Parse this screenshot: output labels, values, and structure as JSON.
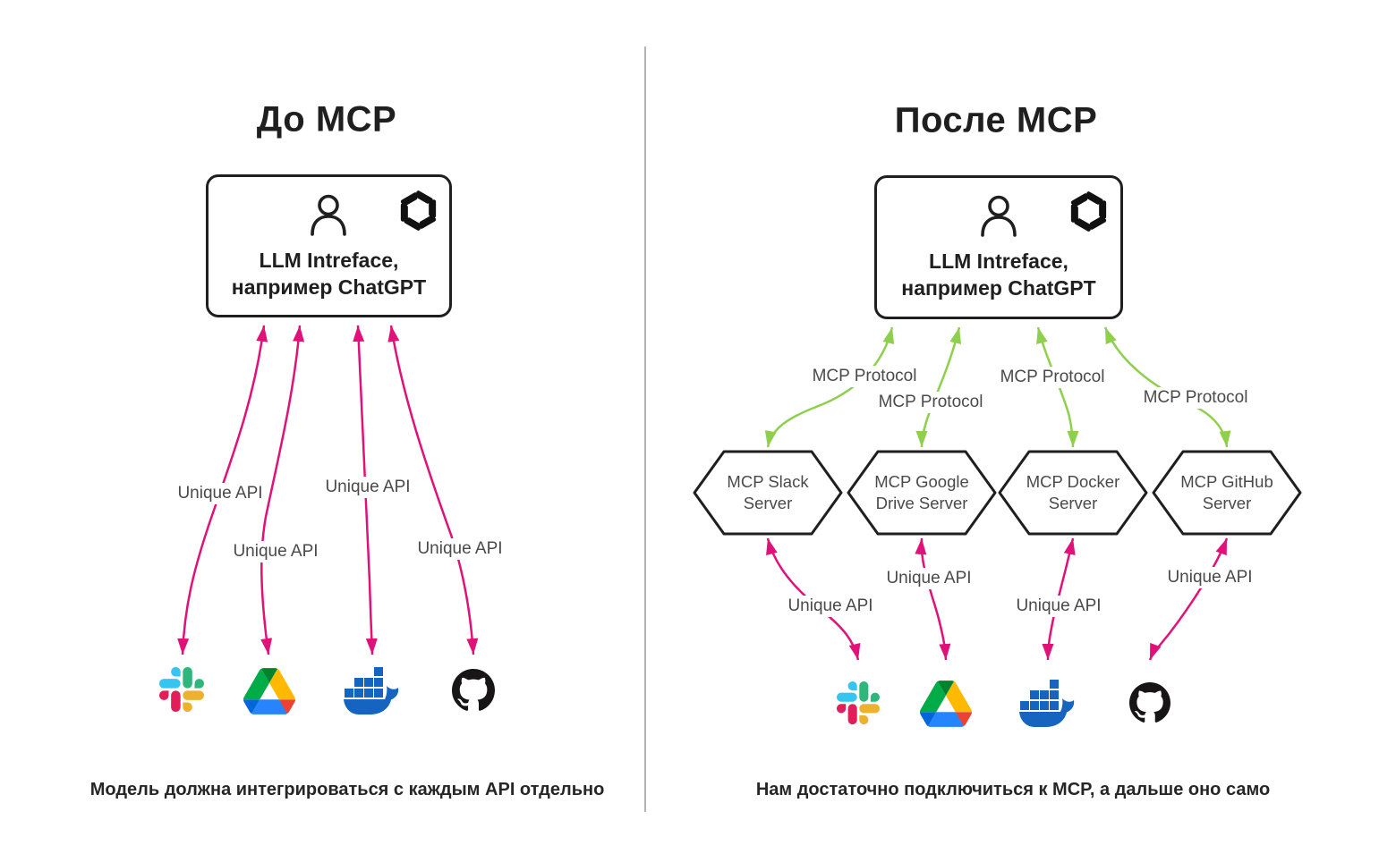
{
  "left": {
    "title": "До MCP",
    "box": {
      "line1": "LLM Intreface,",
      "line2": "например ChatGPT"
    },
    "api_labels": [
      "Unique API",
      "Unique API",
      "Unique API",
      "Unique API"
    ],
    "caption": "Модель должна интегрироваться с каждым API отдельно",
    "service_icons": [
      "slack-icon",
      "google-drive-icon",
      "docker-icon",
      "github-icon"
    ]
  },
  "right": {
    "title": "После MCP",
    "box": {
      "line1": "LLM Intreface,",
      "line2": "например ChatGPT"
    },
    "protocol_labels": [
      "MCP Protocol",
      "MCP Protocol",
      "MCP Protocol",
      "MCP Protocol"
    ],
    "api_labels": [
      "Unique API",
      "Unique API",
      "Unique API",
      "Unique API"
    ],
    "hexagons": [
      {
        "line1": "MCP Slack",
        "line2": "Server"
      },
      {
        "line1": "MCP Google",
        "line2": "Drive Server"
      },
      {
        "line1": "MCP Docker",
        "line2": "Server"
      },
      {
        "line1": "MCP GitHub",
        "line2": "Server"
      }
    ],
    "caption": "Нам достаточно подключиться к MCP, а дальше оно само",
    "service_icons": [
      "slack-icon",
      "google-drive-icon",
      "docker-icon",
      "github-icon"
    ]
  },
  "colors": {
    "unique_api_arrow": "#e01178",
    "mcp_protocol_arrow": "#8ed04d",
    "outline": "#1f1f1f",
    "label_text": "#4a4a4a",
    "divider": "#b3b3b3"
  }
}
